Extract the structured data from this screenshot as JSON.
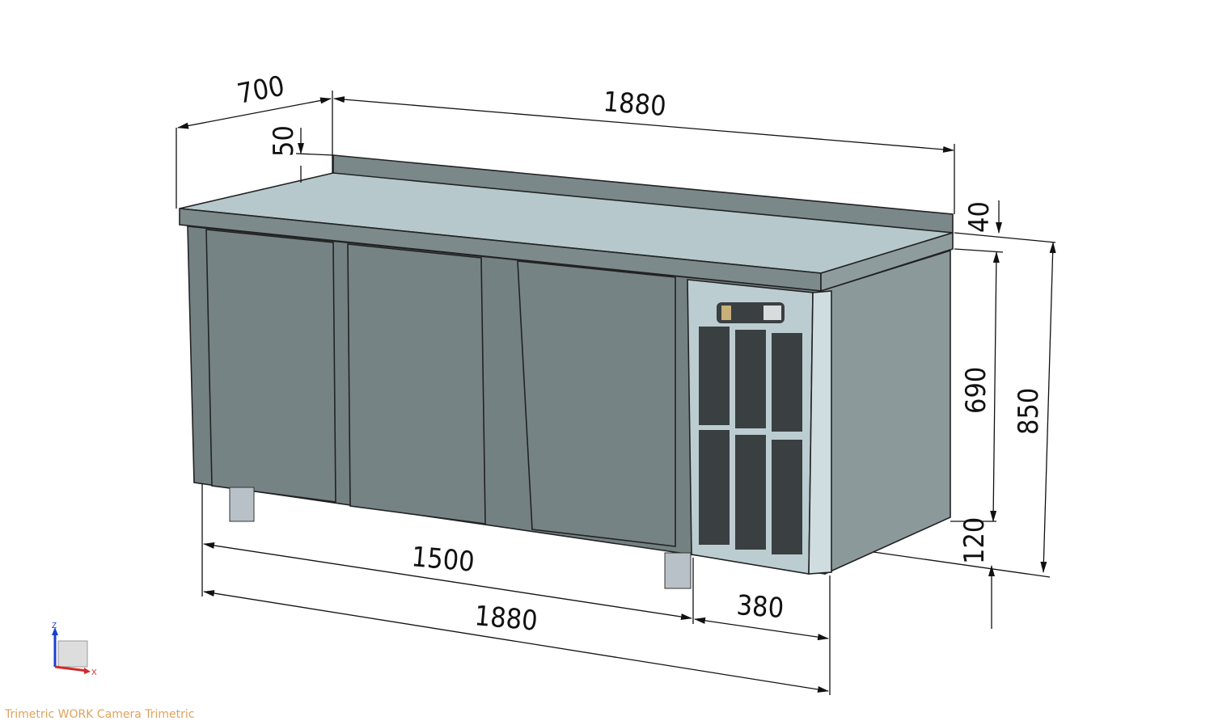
{
  "drawing": {
    "dimensions": {
      "depth": "700",
      "top_width": "1880",
      "backsplash": "50",
      "counter_thickness": "40",
      "body_height": "690",
      "total_height": "850",
      "leg_height": "120",
      "cabinet_width": "1500",
      "bottom_width": "1880",
      "unit_width": "380"
    },
    "colors": {
      "body": "#7a8789",
      "counter": "#b7c8cc",
      "side": "#8c999b",
      "panel": "#bccdd2",
      "grille": "#3a3f42"
    }
  },
  "triad": {
    "z": "Z",
    "x": "X"
  },
  "status": {
    "camera": "Trimetric WORK Camera Trimetric"
  }
}
